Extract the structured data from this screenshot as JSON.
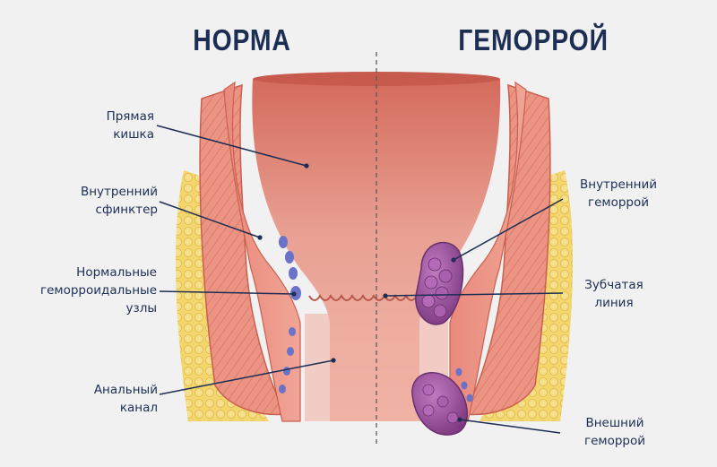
{
  "titles": {
    "normal": "НОРМА",
    "hemorrhoid": "ГЕМОРРОЙ"
  },
  "labels_left": [
    {
      "line1": "Прямая",
      "line2": "кишка"
    },
    {
      "line1": "Внутренний",
      "line2": "сфинктер"
    },
    {
      "line1": "Нормальные",
      "line2": "геморроидальные",
      "line3": "узлы"
    },
    {
      "line1": "Анальный",
      "line2": "канал"
    }
  ],
  "labels_right": [
    {
      "line1": "Внутренний",
      "line2": "геморрой"
    },
    {
      "line1": "Зубчатая",
      "line2": "линия"
    },
    {
      "line1": "Внешний",
      "line2": "геморрой"
    }
  ],
  "colors": {
    "text": "#1d2e55",
    "leader": "#1d2e55",
    "background": "#f1f1f1",
    "muscle": "#e8887a",
    "lumen": "#e58f80",
    "fat": "#f2d56b",
    "vein": "#6a73c8",
    "hemorrhoid": "#9c4f9a"
  }
}
